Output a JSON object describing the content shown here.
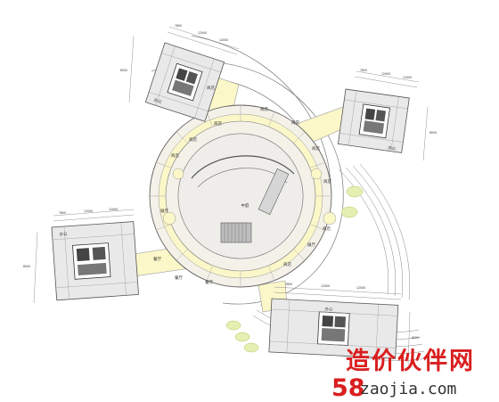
{
  "plan": {
    "atrium_label": "中庭",
    "wing_labels": [
      "办公",
      "办公",
      "办公",
      "办公"
    ],
    "room_labels": [
      "商店",
      "商店",
      "商店",
      "商店",
      "商店",
      "商店",
      "餐厅",
      "餐厅",
      "餐厅",
      "商店",
      "商店",
      "商店",
      "商店",
      "展厅",
      "展厅"
    ],
    "dimension_labels": [
      "7800",
      "12000",
      "12000",
      "8000",
      "7800",
      "12000",
      "12000",
      "8000",
      "7800",
      "12000",
      "12000",
      "8000",
      "7800",
      "12000",
      "12000",
      "8000"
    ]
  },
  "watermark": {
    "cn_text": "造价伙伴网",
    "num_text": "58",
    "url_text": "zaojia.com"
  }
}
